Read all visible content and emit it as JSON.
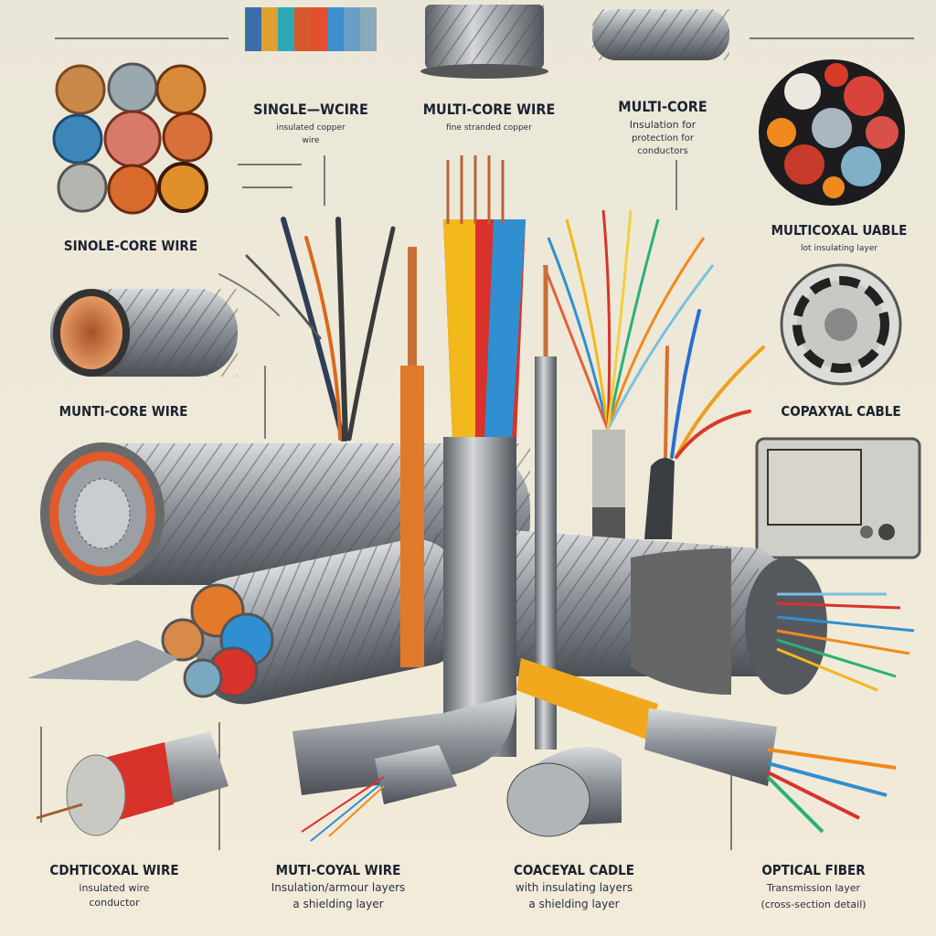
{
  "labels": {
    "top_single_wire": {
      "title": "SINGLE—WCIRE",
      "sub1": "insulated copper",
      "sub2": "wire"
    },
    "top_multi_core_wire": {
      "title": "MULTI-CORE WIRE",
      "sub1": "fine stranded copper"
    },
    "top_multi_core": {
      "title": "MULTI-CORE",
      "sub1": "Insulation for",
      "sub2": "protection for",
      "sub3": "conductors"
    },
    "single_core_wire": {
      "title": "SINOLE-CORE WIRE"
    },
    "multicoxal_cable": {
      "title": "MULTICOXAL UABLE",
      "sub1": "lot insulating layer"
    },
    "multi_core_wire": {
      "title": "MUNTI-CORE WIRE"
    },
    "coaxial_cable": {
      "title": "COPAXYAL CABLE"
    },
    "bottom": [
      {
        "title": "CDHTICOXAL WIRE",
        "sub1": "insulated wire",
        "sub2": "conductor"
      },
      {
        "title": "MUTI-COYAL WIRE",
        "sub1": "Insulation/armour layers",
        "sub2": "a shielding layer"
      },
      {
        "title": "COACEYAL CADLE",
        "sub1": "with insulating layers",
        "sub2": "a shielding layer"
      },
      {
        "title": "OPTICAL FIBER",
        "sub1": "Transmission layer",
        "sub2": "(cross-section detail)"
      }
    ]
  },
  "colors": {
    "background": "#efe9d9",
    "copper": "#c8703a",
    "steel": "#8c9096",
    "red": "#d8322a",
    "blue": "#2f8fd0",
    "orange": "#f08a1c",
    "yellow": "#f2b81c"
  }
}
